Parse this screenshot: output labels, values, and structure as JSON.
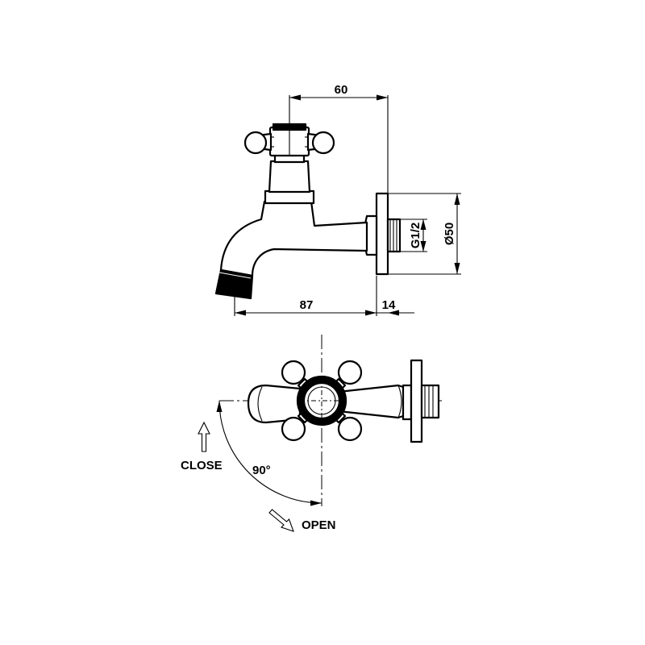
{
  "dimensions": {
    "top_width": "60",
    "spout_length": "87",
    "flange_depth": "14",
    "thread": "G1/2",
    "flange_diameter": "Ø50"
  },
  "rotation": {
    "angle": "90°",
    "close_label": "CLOSE",
    "open_label": "OPEN"
  }
}
